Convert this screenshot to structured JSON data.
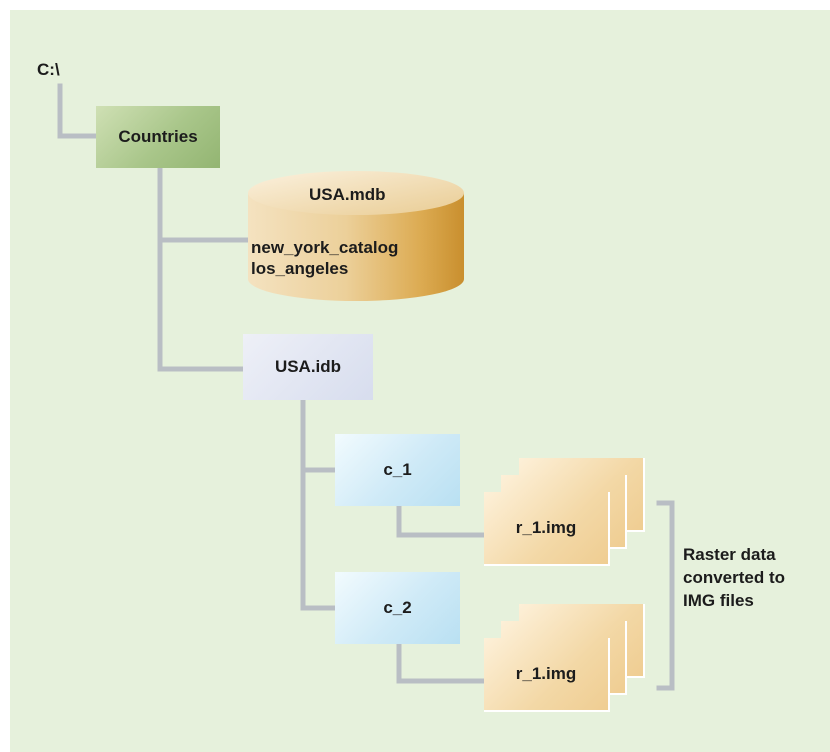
{
  "root": {
    "label": "C:\\"
  },
  "folder": {
    "label": "Countries"
  },
  "geodatabase": {
    "name": "USA.mdb",
    "contents": [
      "new_york_catalog",
      "los_angeles"
    ]
  },
  "image_db": {
    "label": "USA.idb"
  },
  "catalogs": [
    {
      "label": "c_1",
      "raster_file": "r_1.img"
    },
    {
      "label": "c_2",
      "raster_file": "r_1.img"
    }
  ],
  "note": {
    "line1": "Raster data",
    "line2": "converted to",
    "line3": "IMG files"
  },
  "colors": {
    "background": "#e6f1dc",
    "folder_green": "#a9c68a",
    "idb_lavender": "#d7ddee",
    "catalog_blue": "#cfeaf7",
    "raster_tan": "#f3d8a6",
    "cylinder_gold": "#d9a83c",
    "connector_gray": "#b9bec4"
  }
}
